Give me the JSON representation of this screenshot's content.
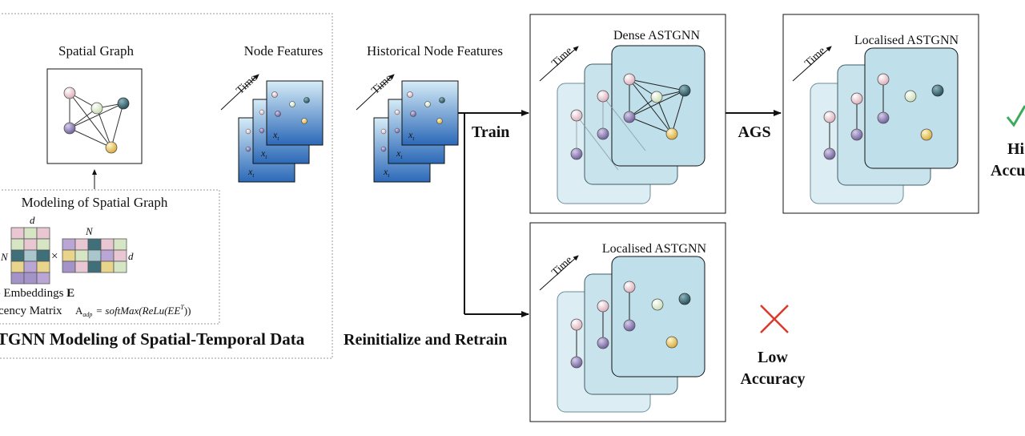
{
  "left_panel": {
    "spatial_graph_title": "Spatial Graph",
    "node_features_title": "Node Features",
    "time_label": "Time",
    "x_label": "x",
    "x_subscript": "t",
    "modeling_title": "Modeling of Spatial Graph",
    "dim_d": "d",
    "dim_N": "N",
    "times_symbol": "×",
    "embeddings_label": "e Embeddings",
    "embeddings_symbol": "E",
    "adjacency_label": "cency Matrix",
    "adjacency_formula": "A",
    "adjacency_formula_sub": "adp",
    "adjacency_formula_rest": "= softMax(ReLu(EE",
    "adjacency_formula_sup": "T",
    "adjacency_formula_close": "))",
    "caption": "TGNN Modeling of Spatial-Temporal Data"
  },
  "middle": {
    "historical_title": "Historical Node Features",
    "train_label": "Train",
    "reinit_label": "Reinitialize and Retrain"
  },
  "dense_panel": {
    "title": "Dense ASTGNN"
  },
  "ags_label": "AGS",
  "localised_top_panel": {
    "title": "Localised ASTGNN"
  },
  "localised_bottom_panel": {
    "title": "Localised ASTGNN"
  },
  "result_high": {
    "line1": "Hi",
    "line2": "Accu",
    "mark_color": "#3daa5a"
  },
  "result_low": {
    "line1": "Low",
    "line2": "Accuracy",
    "mark_color": "#d93a2b"
  },
  "colors": {
    "node_pink": "#e9c7cf",
    "node_green": "#d8e8c8",
    "node_teal": "#2f5f6b",
    "node_purple": "#8a7ab0",
    "node_yellow": "#e8c85a",
    "card_fill": "#bfe0ea",
    "card_back": "#dbeef4",
    "feature_top": "#cfe6f3",
    "feature_bottom": "#2f6fbf"
  }
}
